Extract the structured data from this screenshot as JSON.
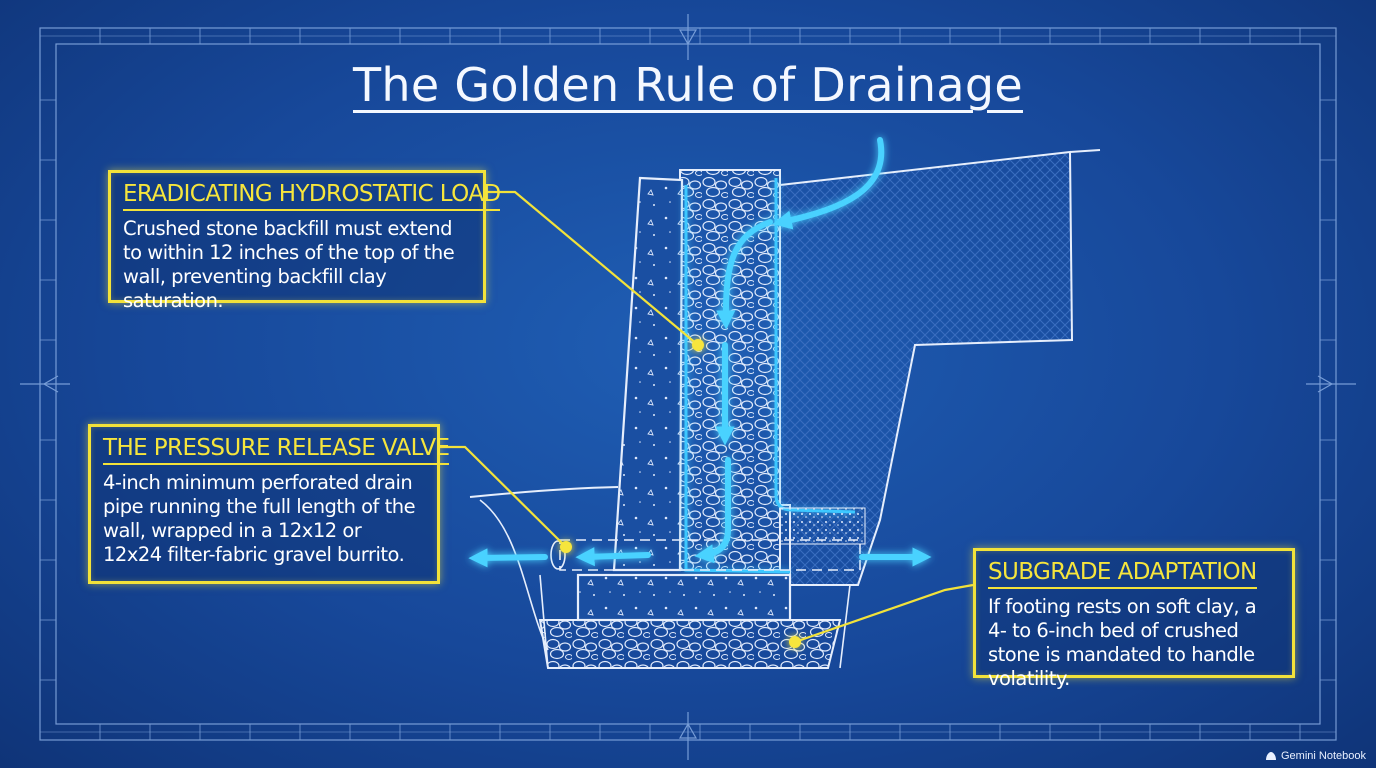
{
  "title": "The Golden Rule of Drainage",
  "callouts": {
    "hydrostatic": {
      "heading": "ERADICATING HYDROSTATIC LOAD",
      "body": "Crushed stone backfill must extend to within 12 inches of the top of the wall, preventing backfill clay saturation."
    },
    "valve": {
      "heading": "THE PRESSURE RELEASE VALVE",
      "body": "4-inch minimum perforated drain pipe running the full length of the wall, wrapped in a 12x12 or 12x24 filter-fabric gravel burrito."
    },
    "subgrade": {
      "heading": "SUBGRADE ADAPTATION",
      "body": "If footing rests on soft clay, a 4- to 6-inch bed of crushed stone is mandated to handle volatility."
    }
  },
  "watermark": "Gemini Notebook",
  "colors": {
    "background": "#17489a",
    "callout_yellow": "#f2e23a",
    "water_flow": "#3ec8ff",
    "line_work": "#e6eefc"
  },
  "icons": [
    "flow-arrow-icon",
    "leader-dot-icon",
    "gemini-logo-icon"
  ]
}
